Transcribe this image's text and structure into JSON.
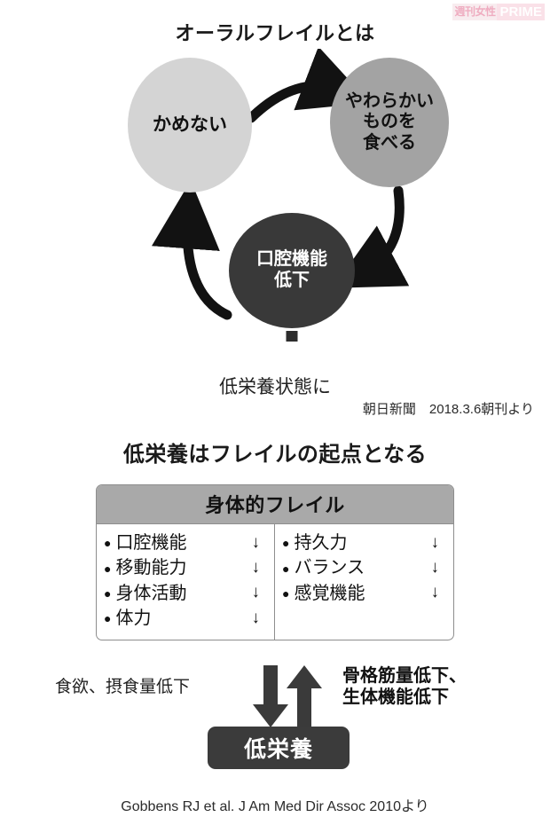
{
  "watermark": {
    "left_text": "週刊女性",
    "right_text": "PRIME"
  },
  "section_oral_frailty": {
    "title": "オーラルフレイルとは",
    "nodes": [
      {
        "id": "kamenai",
        "label": "かめない",
        "fill": "#d4d4d4",
        "text_color": "#111111"
      },
      {
        "id": "yawarakai",
        "label": "やわらかい\nものを\n食べる",
        "line1": "やわらかい",
        "line2": "ものを",
        "line3": "食べる",
        "fill": "#a3a3a3",
        "text_color": "#111111"
      },
      {
        "id": "koku-kinou-teika",
        "line1": "口腔機能",
        "line2": "低下",
        "fill": "#393939",
        "text_color": "#ffffff"
      }
    ],
    "outcome_label": "低栄養状態に",
    "source": "朝日新聞　2018.3.6朝刊より"
  },
  "section_frailty": {
    "title": "低栄養はフレイルの起点となる",
    "table": {
      "header": "身体的フレイル",
      "header_bg": "#a9a9a9",
      "left_column": [
        {
          "label": "口腔機能",
          "trend": "↓"
        },
        {
          "label": "移動能力",
          "trend": "↓"
        },
        {
          "label": "身体活動",
          "trend": "↓"
        },
        {
          "label": "体力",
          "trend": "↓"
        }
      ],
      "right_column": [
        {
          "label": "持久力",
          "trend": "↓"
        },
        {
          "label": "バランス",
          "trend": "↓"
        },
        {
          "label": "感覚機能",
          "trend": "↓"
        }
      ],
      "bullet": "●"
    },
    "flow": {
      "left_label": "食欲、摂食量低下",
      "right_label_line1": "骨格筋量低下、",
      "right_label_line2": "生体機能低下",
      "down_arrow": "down-arrow",
      "up_arrow": "up-arrow",
      "outcome_box": "低栄養",
      "outcome_box_bg": "#3b3b3b"
    },
    "source": "Gobbens RJ et al. J Am Med Dir Assoc 2010より"
  }
}
